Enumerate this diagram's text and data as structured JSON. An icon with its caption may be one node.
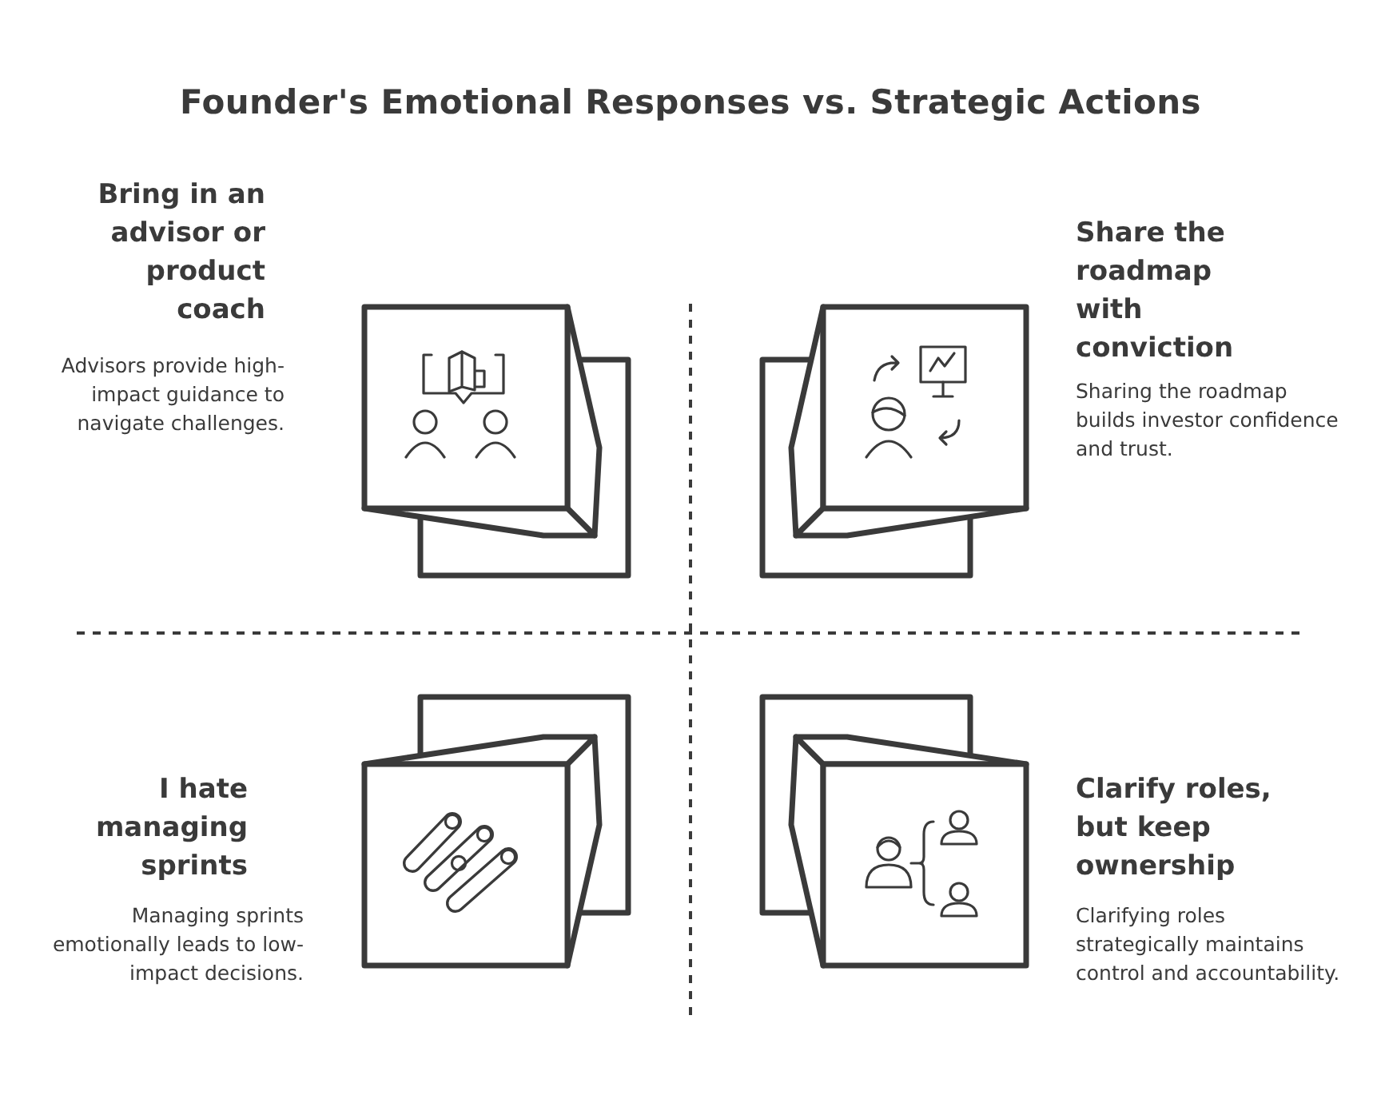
{
  "diagram": {
    "title": "Founder's Emotional Responses vs. Strategic Actions",
    "nodes": [
      {
        "text": [
          "Bring in an advisor or product coach",
          "Advisors provide high-impact guidance to navigate challenges."
        ]
      },
      {
        "text": [
          "Share the roadmap with conviction",
          "Sharing the roadmap builds investor confidence and trust."
        ]
      },
      {
        "text": [
          "I hate managing sprints",
          "Managing sprints emotionally leads to low-impact decisions."
        ]
      },
      {
        "text": [
          "Clarify roles, but keep ownership",
          "Clarifying roles strategically maintains control and accountability."
        ]
      }
    ],
    "edges": []
  }
}
